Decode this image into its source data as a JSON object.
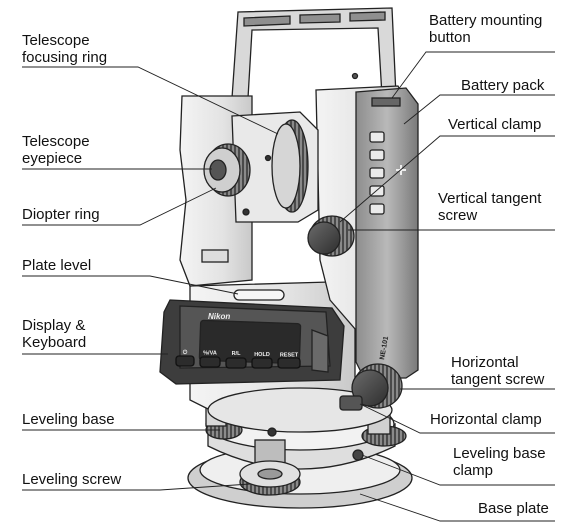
{
  "labels_left": [
    {
      "id": "telescope-focusing-ring",
      "lines": [
        "Telescope",
        "focusing ring"
      ]
    },
    {
      "id": "telescope-eyepiece",
      "lines": [
        "Telescope",
        "eyepiece"
      ]
    },
    {
      "id": "diopter-ring",
      "lines": [
        "Diopter ring"
      ]
    },
    {
      "id": "plate-level",
      "lines": [
        "Plate level"
      ]
    },
    {
      "id": "display-keyboard",
      "lines": [
        "Display &",
        "Keyboard"
      ]
    },
    {
      "id": "leveling-base",
      "lines": [
        "Leveling base"
      ]
    },
    {
      "id": "leveling-screw",
      "lines": [
        "Leveling screw"
      ]
    }
  ],
  "labels_right": [
    {
      "id": "battery-mounting-button",
      "lines": [
        "Battery mounting",
        "button"
      ]
    },
    {
      "id": "battery-pack",
      "lines": [
        "Battery pack"
      ]
    },
    {
      "id": "vertical-clamp",
      "lines": [
        "Vertical clamp"
      ]
    },
    {
      "id": "vertical-tangent-screw",
      "lines": [
        "Vertical tangent",
        "screw"
      ]
    },
    {
      "id": "horizontal-tangent-screw",
      "lines": [
        "Horizontal",
        "tangent screw"
      ]
    },
    {
      "id": "horizontal-clamp",
      "lines": [
        "Horizontal clamp"
      ]
    },
    {
      "id": "leveling-base-clamp",
      "lines": [
        "Leveling base",
        "clamp"
      ]
    },
    {
      "id": "base-plate",
      "lines": [
        "Base plate"
      ]
    }
  ],
  "device_markings": {
    "brand": "Nikon",
    "model": "NE-101",
    "keys": [
      "⏻",
      "%/VA",
      "R/L",
      "HOLD",
      "RESET"
    ]
  }
}
